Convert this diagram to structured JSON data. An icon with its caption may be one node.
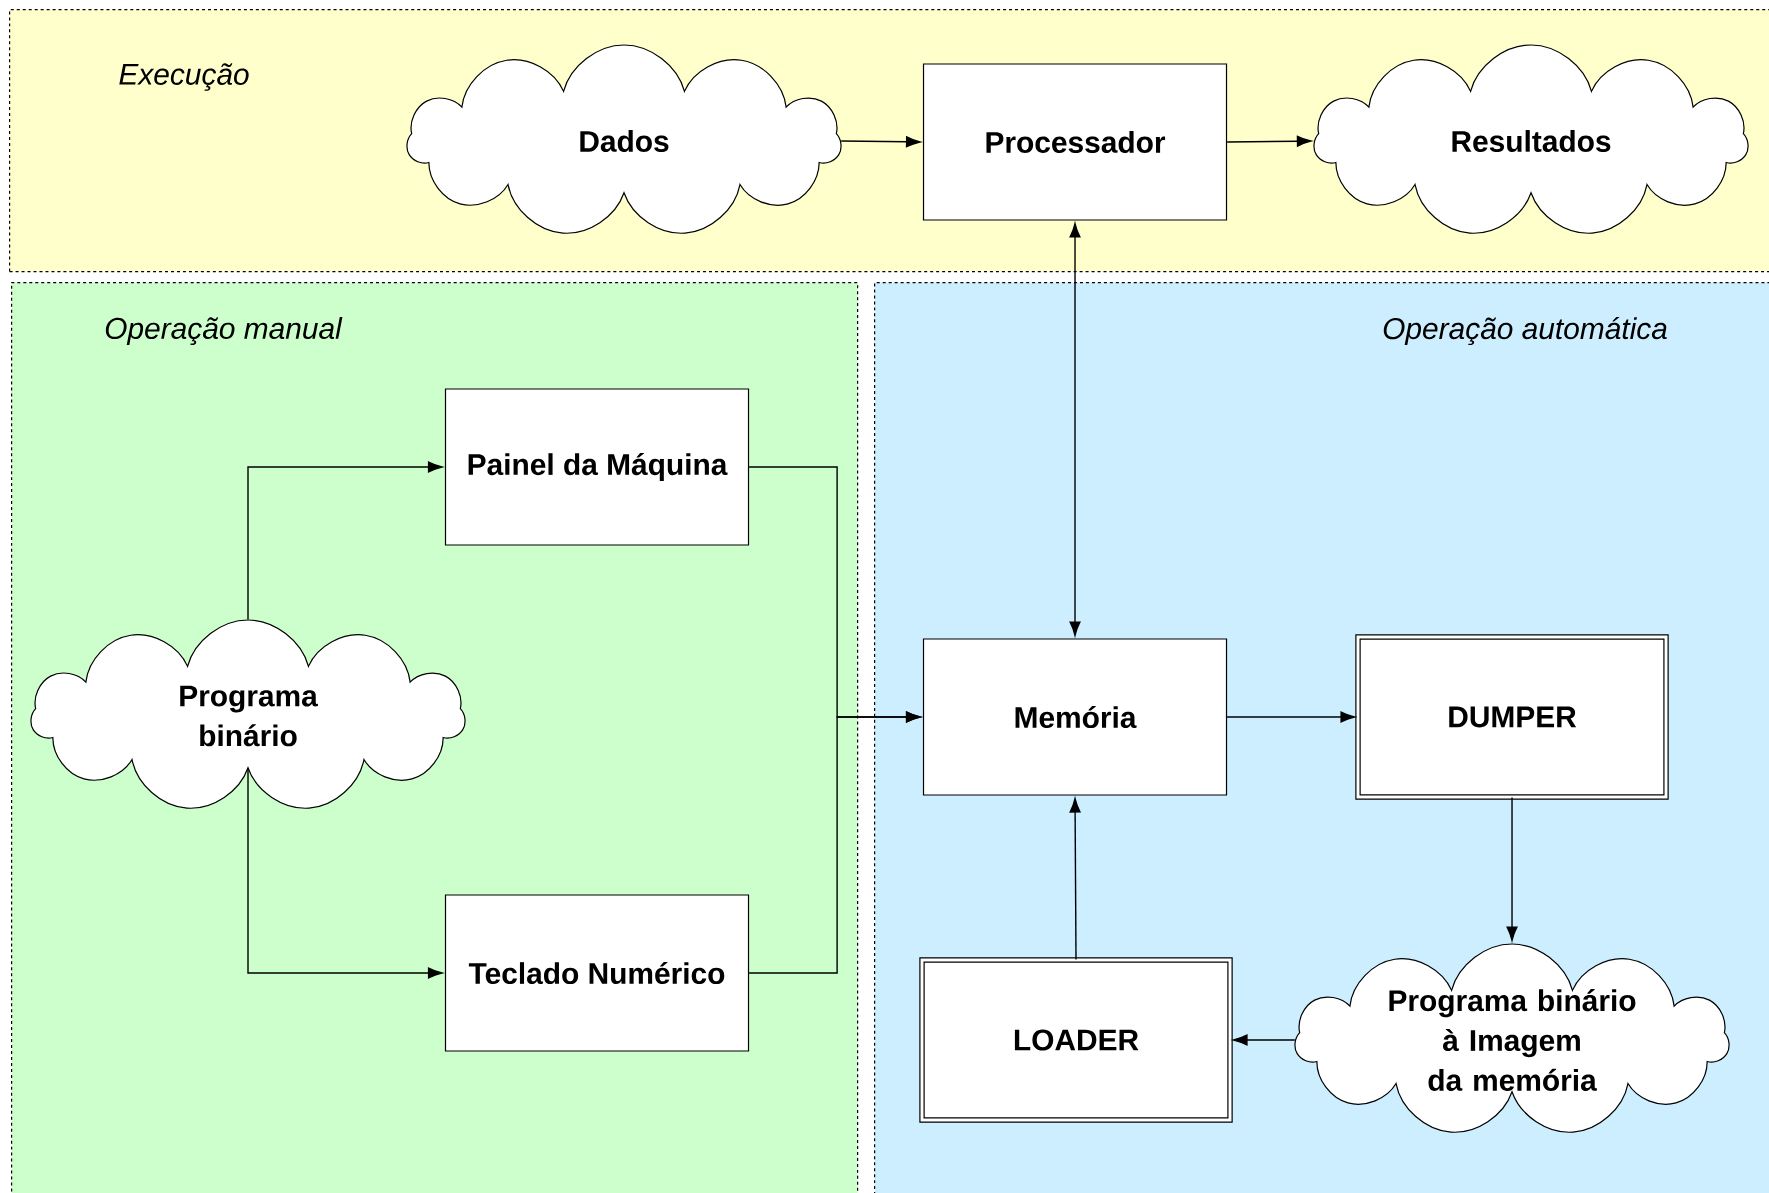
{
  "diagram": {
    "nodes": [
      {
        "text": [
          "Execução"
        ]
      },
      {
        "text": [
          "Dados"
        ],
        "in": 0
      },
      {
        "text": [
          "Processador"
        ],
        "in": 0
      },
      {
        "text": [
          "Resultados"
        ],
        "in": 0
      },
      {
        "text": [
          "Operação manual"
        ]
      },
      {
        "text": [
          "Painel da Máquina"
        ],
        "in": 4
      },
      {
        "text": [
          "Programa binário"
        ],
        "in": 4
      },
      {
        "text": [
          "Teclado Numérico"
        ],
        "in": 4
      },
      {
        "text": [
          "Operação automática"
        ]
      },
      {
        "text": [
          "Memória"
        ],
        "in": 8
      },
      {
        "text": [
          "DUMPER"
        ],
        "in": 8
      },
      {
        "text": [
          "Programa binário à Imagem da memória"
        ],
        "in": 8
      },
      {
        "text": [
          "LOADER"
        ],
        "in": 8
      }
    ],
    "edges": [
      {
        "from": 1,
        "to": 2,
        "arrow": "to"
      },
      {
        "from": 2,
        "to": 3,
        "arrow": "to"
      },
      {
        "from": 2,
        "to": 9,
        "arrow": "both"
      },
      {
        "from": 6,
        "to": 5,
        "arrow": "to"
      },
      {
        "from": 6,
        "to": 7,
        "arrow": "to"
      },
      {
        "from": 5,
        "to": 9,
        "arrow": "to"
      },
      {
        "from": 7,
        "to": 9,
        "arrow": "to"
      },
      {
        "from": 9,
        "to": 10,
        "arrow": "to"
      },
      {
        "from": 10,
        "to": 11,
        "arrow": "to"
      },
      {
        "from": 11,
        "to": 12,
        "arrow": "to"
      },
      {
        "from": 12,
        "to": 9,
        "arrow": "to"
      }
    ]
  }
}
